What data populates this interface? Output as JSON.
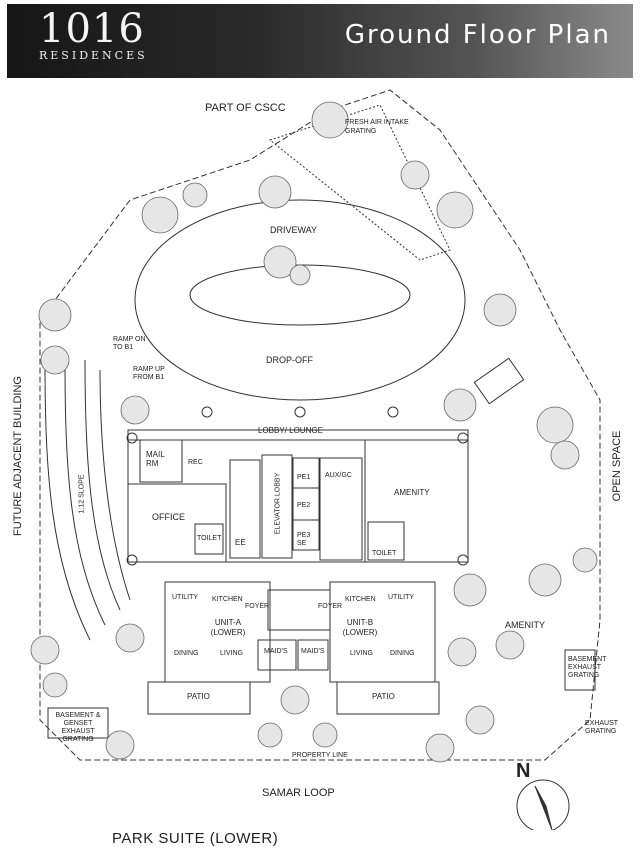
{
  "header": {
    "logo_number": "1016",
    "logo_word": "RESIDENCES",
    "title": "Ground Floor Plan"
  },
  "site_labels": {
    "part_of_cscc": "PART OF CSCC",
    "fresh_air": "FRESH AIR INTAKE GRATING",
    "driveway": "DRIVEWAY",
    "drop_off": "DROP-OFF",
    "ramp_on": "RAMP ON TO B1",
    "ramp_up": "RAMP UP FROM B1",
    "slope": "1:12 SLOPE",
    "future_adjacent": "FUTURE ADJACENT BUILDING",
    "open_space": "OPEN SPACE",
    "samar_loop": "SAMAR LOOP",
    "basement_genset": "BASEMENT & GENSET EXHAUST GRATING",
    "basement_exhaust_right": "BASEMENT EXHAUST GRATING",
    "exhaust_grating": "EXHAUST GRATING",
    "amenity_outdoor": "AMENITY",
    "property_line": "PROPERTY LINE",
    "north": "N"
  },
  "rooms": {
    "lobby": "LOBBY/ LOUNGE",
    "mail_rm": "MAIL RM",
    "rec": "REC",
    "office": "OFFICE",
    "toilet_left": "TOILET",
    "ee": "EE",
    "elevator_lobby": "ELEVATOR LOBBY",
    "pe1": "PE1",
    "pe2": "PE2",
    "pe3": "PE3 SE",
    "aux_gc": "AUX/GC",
    "amenity": "AMENITY",
    "toilet_right": "TOILET",
    "utility_a": "UTILITY",
    "kitchen_a": "KITCHEN",
    "foyer_a": "FOYER",
    "unit_a": "UNIT-A (LOWER)",
    "dining_a": "DINING",
    "living_a": "LIVING",
    "maids_a": "MAID'S",
    "patio_a": "PATIO",
    "foyer_b": "FOYER",
    "kitchen_b": "KITCHEN",
    "utility_b": "UTILITY",
    "unit_b": "UNIT-B (LOWER)",
    "maids_b": "MAID'S",
    "living_b": "LIVING",
    "dining_b": "DINING",
    "patio_b": "PATIO"
  },
  "footer": {
    "caption": "PARK SUITE (LOWER)"
  }
}
